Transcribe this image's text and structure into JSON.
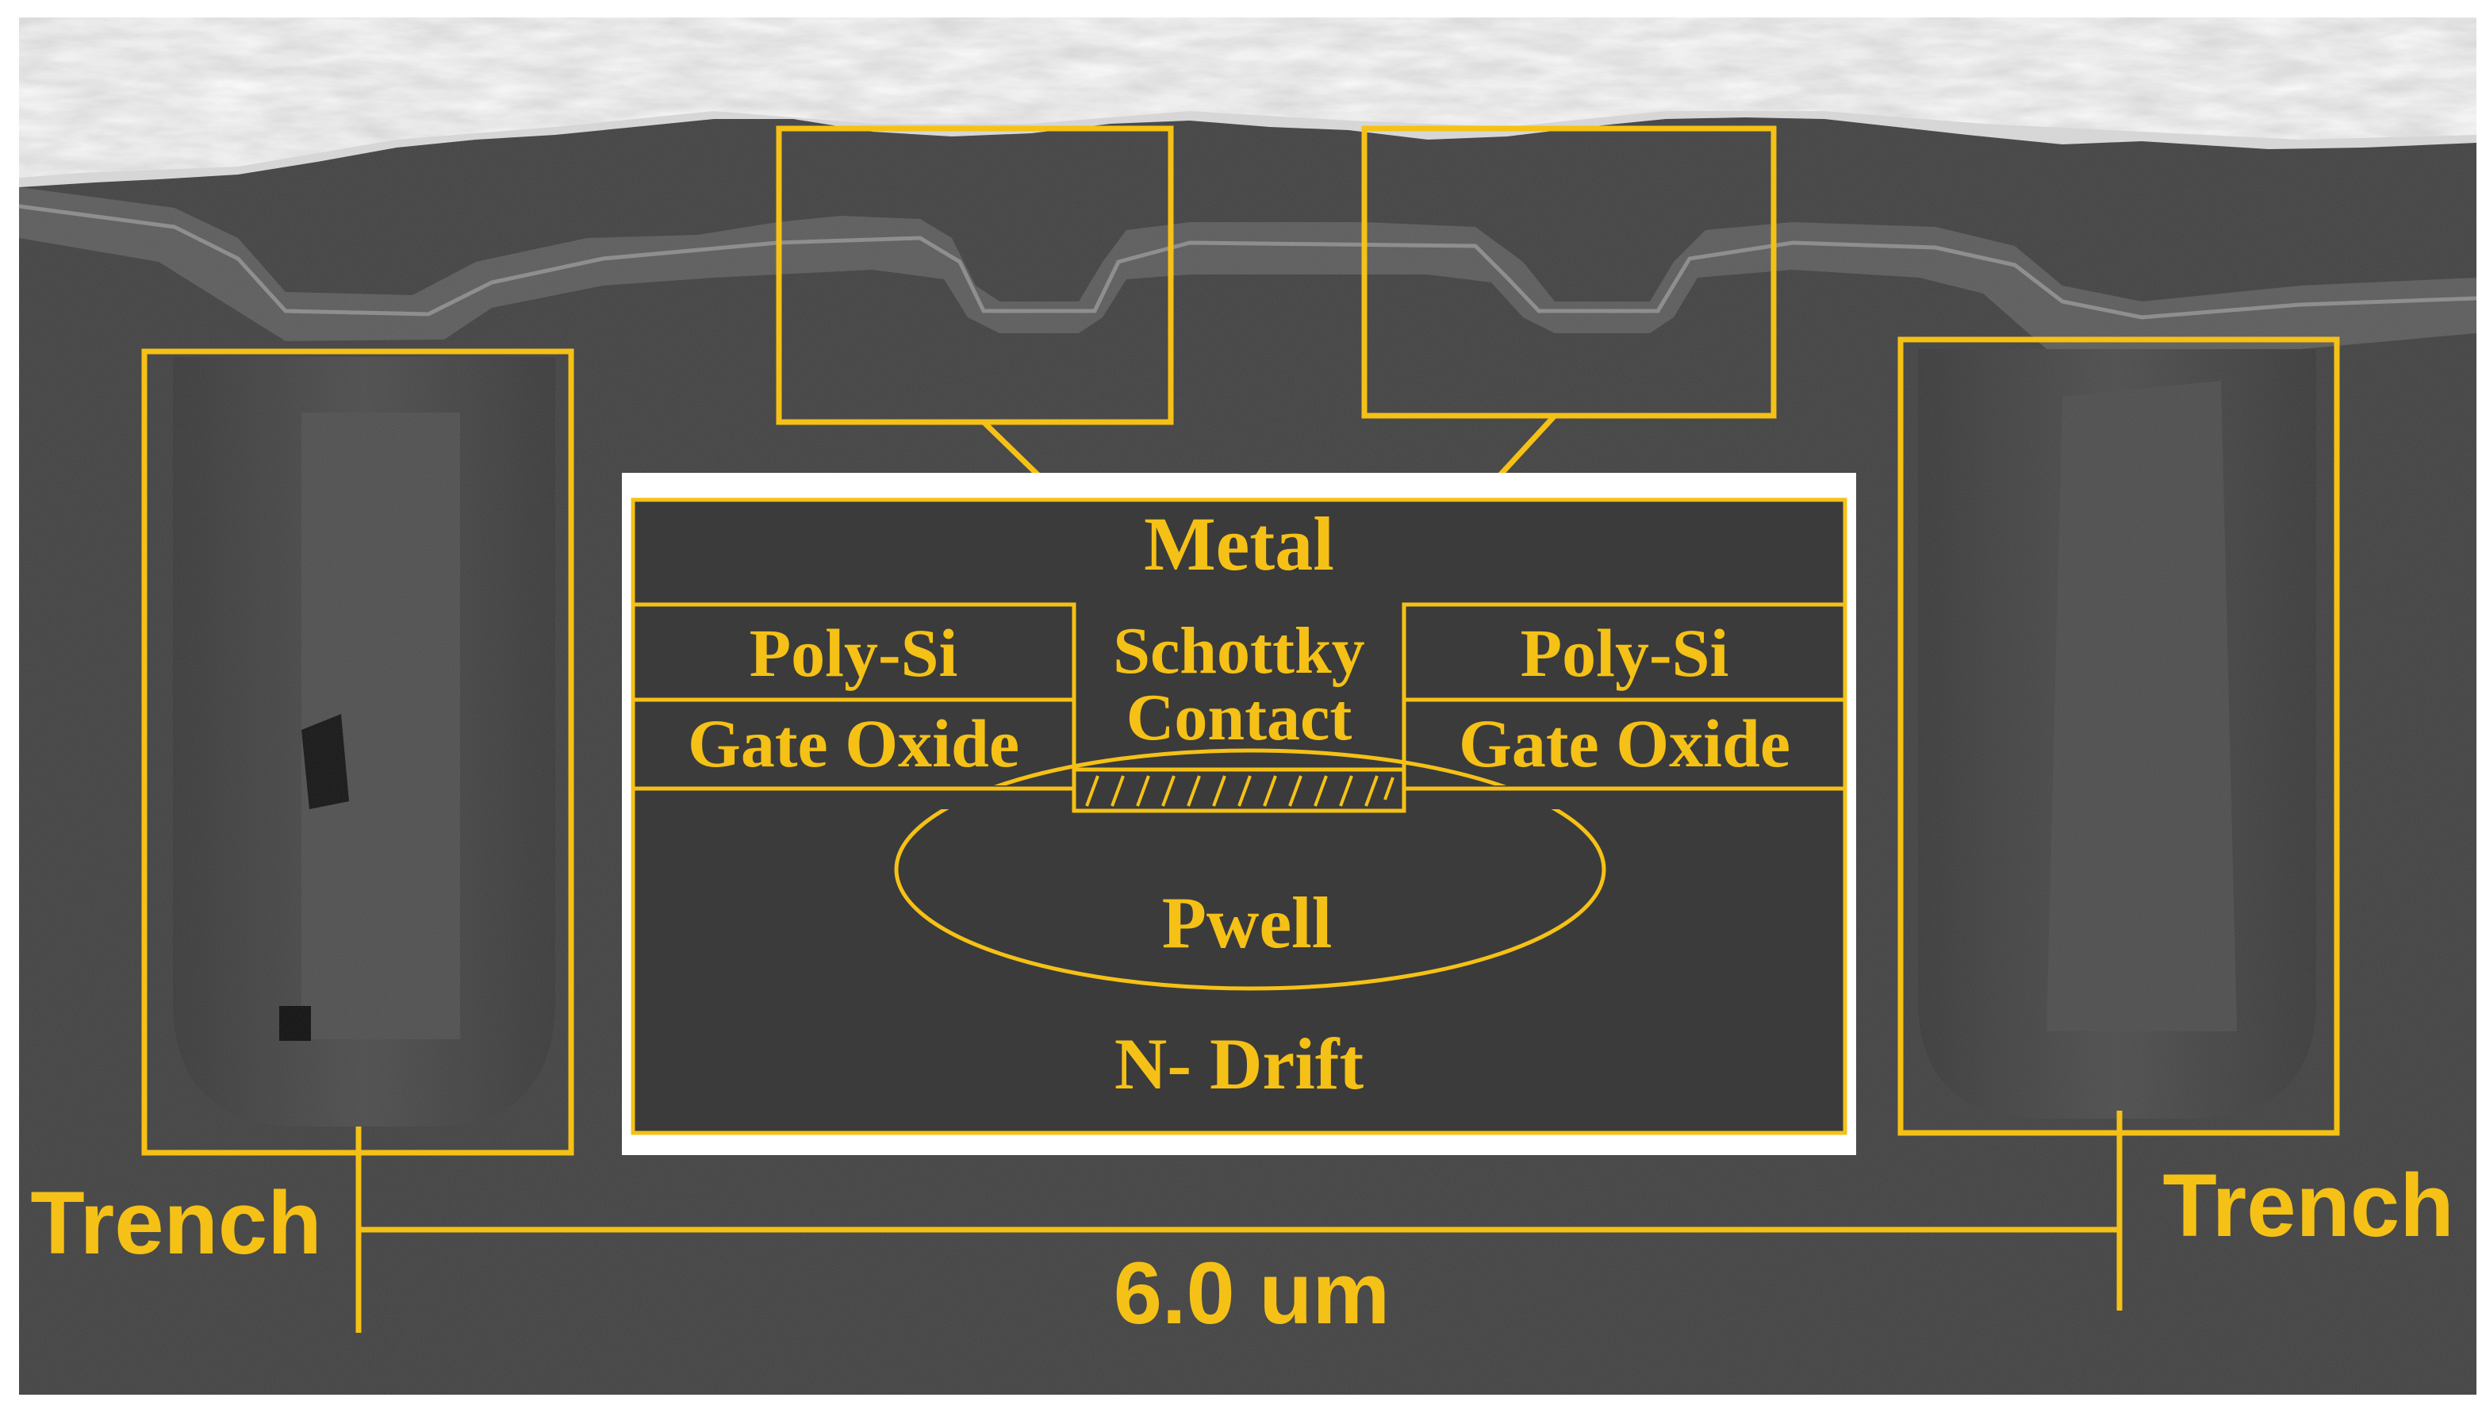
{
  "colors": {
    "accent": "#f5c116",
    "substrate": "#3f3f3f",
    "inset_fill": "#3b3b3b",
    "metal_layer": "#7a7a7a",
    "top_fracture": "#e6e6e6",
    "frame": "#ffffff"
  },
  "labels": {
    "metal": "Metal",
    "poly_left": "Poly-Si",
    "poly_right": "Poly-Si",
    "gate_oxide_left": "Gate Oxide",
    "gate_oxide_right": "Gate Oxide",
    "schottky_line1": "Schottky",
    "schottky_line2": "Contact",
    "pwell": "Pwell",
    "n_drift": "N- Drift",
    "trench_left": "Trench",
    "trench_right": "Trench",
    "scale": "6.0 um"
  }
}
